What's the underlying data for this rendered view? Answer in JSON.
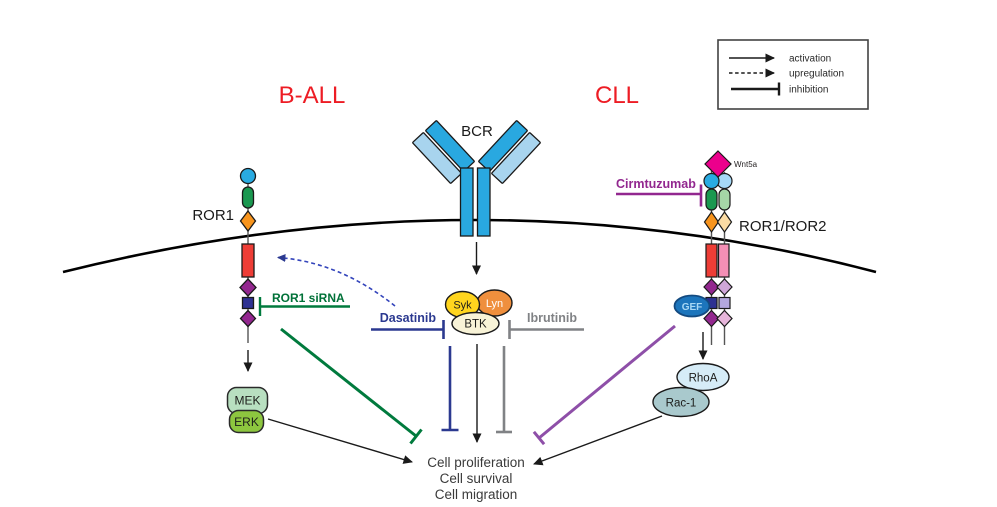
{
  "titles": {
    "b_all": "B-ALL",
    "cll": "CLL"
  },
  "legend": {
    "activation": "activation",
    "upregulation": "upregulation",
    "inhibition": "inhibition"
  },
  "receptors": {
    "bcr": "BCR",
    "ror1": "ROR1",
    "ror1_ror2": "ROR1/ROR2",
    "wnt5a": "Wnt5a"
  },
  "drugs": {
    "cirmtuzumab": "Cirmtuzumab",
    "dasatinib": "Dasatinib",
    "ibrutinib": "Ibrutinib",
    "ror1_sirna": "ROR1 siRNA"
  },
  "proteins": {
    "syk": "Syk",
    "lyn": "Lyn",
    "btk": "BTK",
    "mek": "MEK",
    "erk": "ERK",
    "gef": "GEF",
    "rhoa": "RhoA",
    "rac1": "Rac-1"
  },
  "outcomes": {
    "line1": "Cell proliferation",
    "line2": "Cell survival",
    "line3": "Cell migration"
  },
  "colors": {
    "title_red": "#ed1c24",
    "dasatinib_blue": "#2b3990",
    "ibrutinib_gray": "#808285",
    "sirna_green": "#007138",
    "cirmtuzumab_purple": "#92278f",
    "upregulation_blue": "#3344bb",
    "inhibition_purple_line": "#8e4fa8",
    "inhibition_green_line": "#007a3d",
    "membrane_black": "#000000",
    "bcr_blue": "#29a8e0",
    "bcr_light_blue": "#a8d4ee",
    "syk_yellow": "#ffd51e",
    "lyn_orange": "#ef8f3d",
    "btk_cream": "#f8f3d7",
    "mek_green": "#b8dfc0",
    "erk_green": "#8dc63f",
    "gef_blue": "#1c75bc",
    "rhoa_light_blue": "#d6ecf7",
    "rac1_teal": "#a9c9cd",
    "wnt5a_magenta": "#ec008c"
  }
}
